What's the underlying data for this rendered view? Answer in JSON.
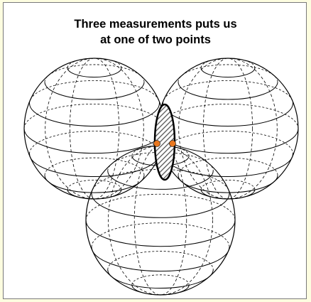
{
  "title_lines": [
    "Three measurements puts us",
    "at one of two points"
  ],
  "diagram": {
    "spheres": [
      {
        "name": "left",
        "circles": 7
      },
      {
        "name": "right",
        "circles": 7
      },
      {
        "name": "bottom",
        "circles": 7
      }
    ],
    "intersection": {
      "fill": "hatched gray",
      "label": ""
    },
    "points": [
      {
        "name": "point-1",
        "color": "#e8771f"
      },
      {
        "name": "point-2",
        "color": "#e8771f"
      }
    ],
    "colors": {
      "background": "#fdfde0",
      "frame": "#ffffff",
      "lines": "#000000",
      "hatch": "#555555",
      "points": "#e8771f"
    }
  }
}
